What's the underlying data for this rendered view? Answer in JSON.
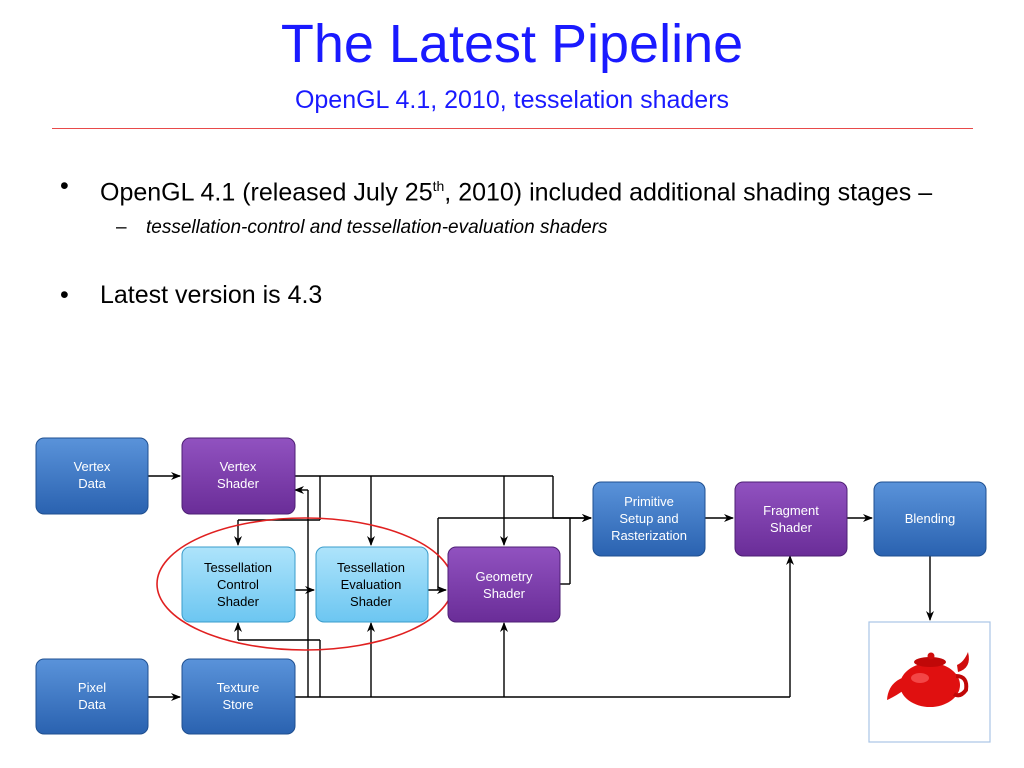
{
  "slide": {
    "title": "The Latest Pipeline",
    "subtitle": "OpenGL 4.1, 2010, tesselation shaders",
    "bullets": {
      "b1_pre": "OpenGL 4.1 (released July 25",
      "b1_sup": "th",
      "b1_post": ", 2010) included additional shading stages –",
      "b1_sub": "tessellation-control and tessellation-evaluation shaders",
      "b2": "Latest version is 4.3",
      "bullet_char": "•",
      "dash_char": "–"
    }
  },
  "diagram": {
    "nodes": [
      {
        "id": "vertex-data",
        "lines": [
          "Vertex",
          "Data"
        ],
        "kind": "blue"
      },
      {
        "id": "vertex-shader",
        "lines": [
          "Vertex",
          "Shader"
        ],
        "kind": "purple"
      },
      {
        "id": "tess-control",
        "lines": [
          "Tessellation",
          "Control",
          "Shader"
        ],
        "kind": "light"
      },
      {
        "id": "tess-eval",
        "lines": [
          "Tessellation",
          "Evaluation",
          "Shader"
        ],
        "kind": "light"
      },
      {
        "id": "geometry-shader",
        "lines": [
          "Geometry",
          "Shader"
        ],
        "kind": "purple"
      },
      {
        "id": "primitive-setup",
        "lines": [
          "Primitive",
          "Setup and",
          "Rasterization"
        ],
        "kind": "blue"
      },
      {
        "id": "fragment-shader",
        "lines": [
          "Fragment",
          "Shader"
        ],
        "kind": "purple"
      },
      {
        "id": "blending",
        "lines": [
          "Blending"
        ],
        "kind": "blue"
      },
      {
        "id": "pixel-data",
        "lines": [
          "Pixel",
          "Data"
        ],
        "kind": "blue"
      },
      {
        "id": "texture-store",
        "lines": [
          "Texture",
          "Store"
        ],
        "kind": "blue"
      }
    ],
    "colors": {
      "blue": "#2f6fc2",
      "purple": "#7a3aa6",
      "light": "#7fd0f5",
      "highlight": "#e02020",
      "teapot": "#e01010"
    }
  }
}
